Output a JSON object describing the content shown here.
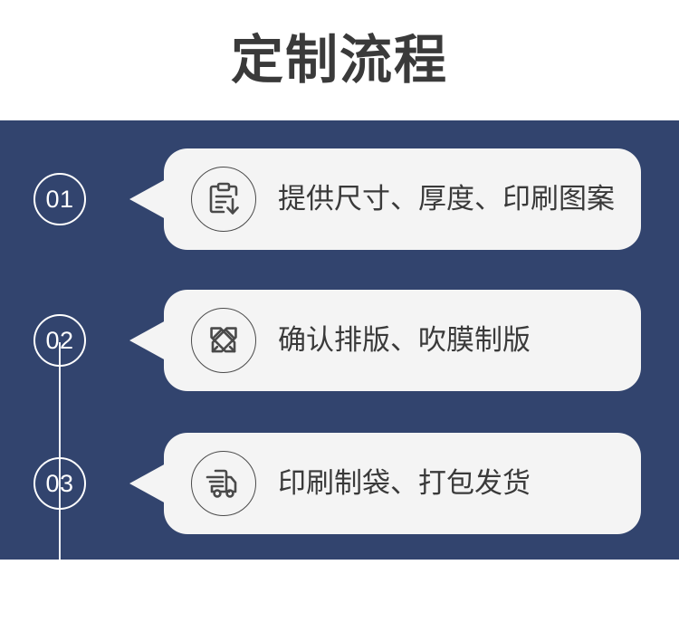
{
  "page": {
    "title": "定制流程",
    "panel_color": "#32446e",
    "card_color": "#f4f4f4",
    "text_color": "#3a3a3a"
  },
  "steps": [
    {
      "number": "01",
      "label": "提供尺寸、厚度、印刷图案",
      "icon": "clipboard-download-icon"
    },
    {
      "number": "02",
      "label": "确认排版、吹膜制版",
      "icon": "crossed-pencils-icon"
    },
    {
      "number": "03",
      "label": "印刷制袋、打包发货",
      "icon": "delivery-truck-icon"
    }
  ]
}
